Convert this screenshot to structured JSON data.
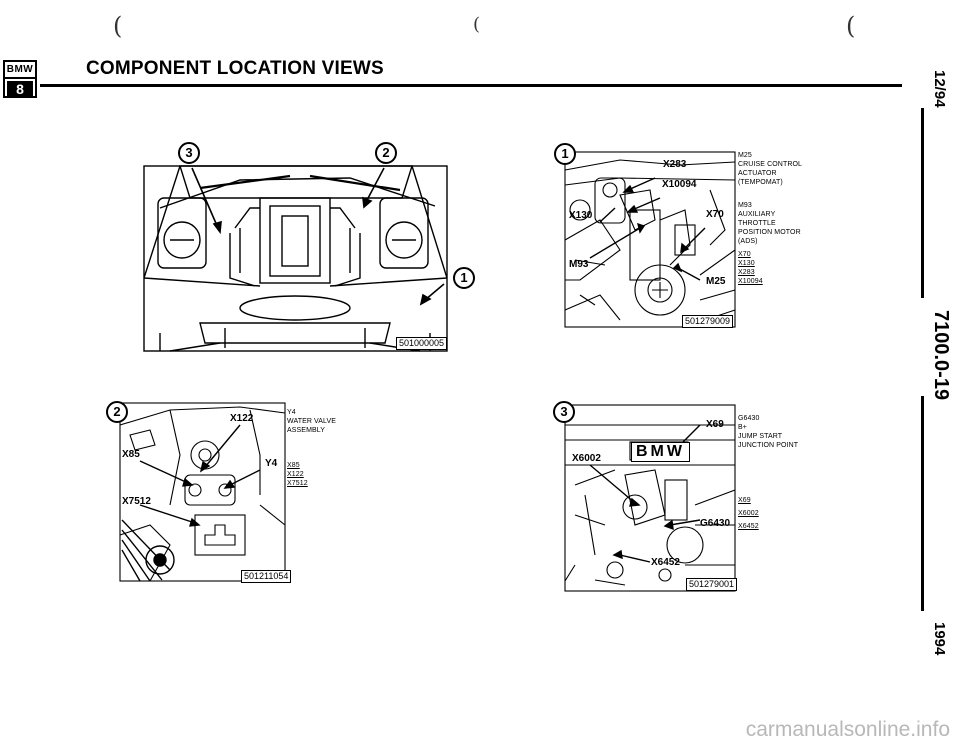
{
  "header": {
    "parens": [
      "(",
      "(",
      "("
    ],
    "logo_top": "BMW",
    "logo_bottom": "8",
    "title": "COMPONENT LOCATION VIEWS"
  },
  "side": {
    "date": "12/94",
    "page": "7100.0-19",
    "year": "1994"
  },
  "fig_top_left": {
    "callouts": [
      "3",
      "2",
      "1"
    ],
    "figure_id": "501000005"
  },
  "fig_top_right": {
    "callout": "1",
    "labels": [
      "X283",
      "X10094",
      "X130",
      "X70",
      "M93",
      "M25"
    ],
    "figure_id": "501279009",
    "legend": {
      "block1": [
        "M25",
        "CRUISE CONTROL",
        "ACTUATOR",
        "(TEMPOMAT)"
      ],
      "block2": [
        "M93",
        "AUXILIARY",
        "THROTTLE",
        "POSITION MOTOR",
        "(ADS)"
      ],
      "refs": [
        "X70",
        "X130",
        "X283",
        "X10094"
      ]
    }
  },
  "fig_bottom_left": {
    "callout": "2",
    "labels": [
      "X122",
      "X85",
      "Y4",
      "X7512"
    ],
    "figure_id": "501211054",
    "legend": {
      "block1": [
        "Y4",
        "WATER VALVE",
        "ASSEMBLY"
      ],
      "refs": [
        "X85",
        "X122",
        "X7512"
      ]
    }
  },
  "fig_bottom_right": {
    "callout": "3",
    "labels": [
      "X69",
      "X6002",
      "G6430",
      "X6452"
    ],
    "badge": "BMW",
    "figure_id": "501279001",
    "legend": {
      "block1": [
        "G6430",
        "B+",
        "JUMP START",
        "JUNCTION POINT"
      ],
      "refs": [
        "X69",
        "X6002",
        "X6452"
      ]
    }
  },
  "watermark": "carmanualsonline.info"
}
